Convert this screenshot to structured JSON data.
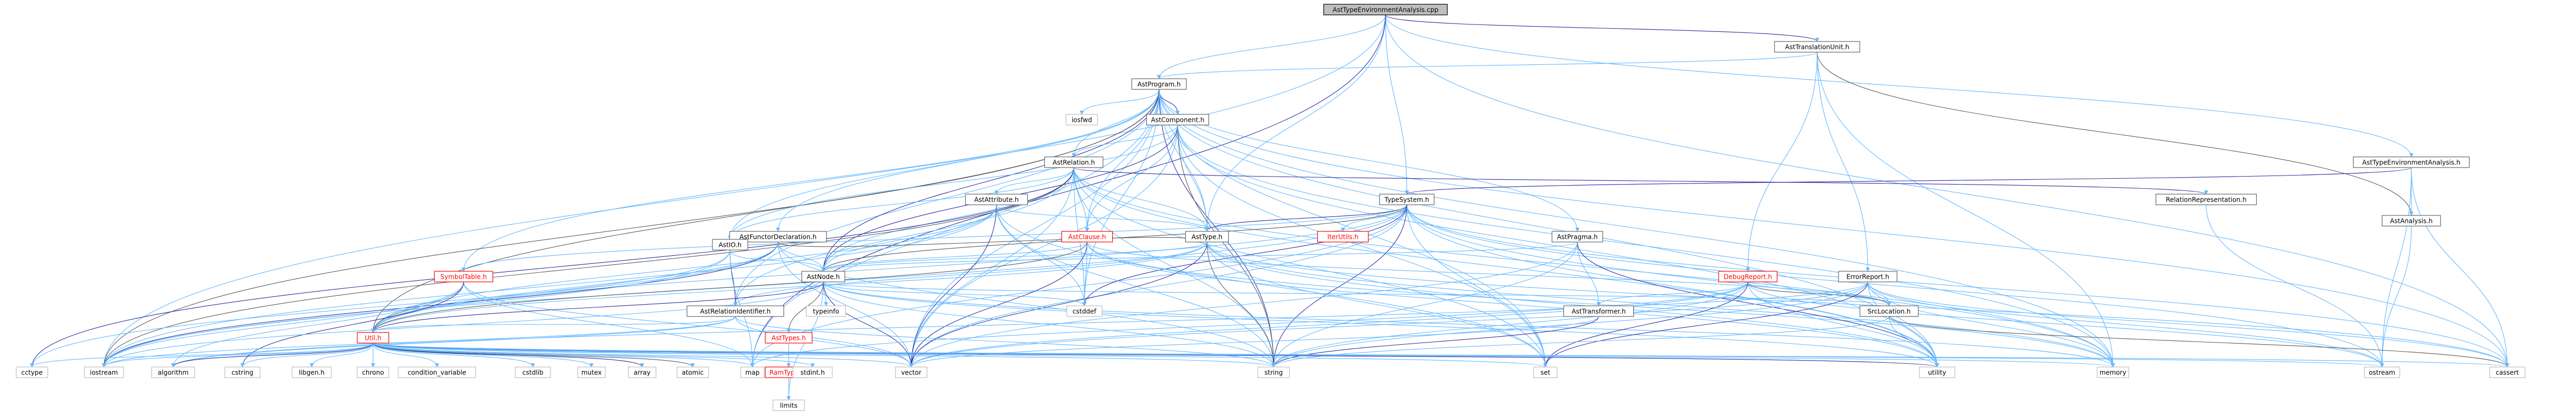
{
  "graph": {
    "title": "",
    "colors": {
      "edge_primary": "#63b8ff",
      "edge_dark": "#2e2ea0",
      "node_border": "#666666",
      "root_fill": "#bfbfbf",
      "warning_text": "#ff0000"
    },
    "nodes": [
      {
        "id": "root",
        "label": "AstTypeEnvironmentAnalysis.cpp",
        "style": "root"
      },
      {
        "id": "translation_unit",
        "label": "AstTranslationUnit.h",
        "style": "box"
      },
      {
        "id": "program",
        "label": "AstProgram.h",
        "style": "box"
      },
      {
        "id": "env_h",
        "label": "AstTypeEnvironmentAnalysis.h",
        "style": "box"
      },
      {
        "id": "iosfwd",
        "label": "iosfwd",
        "style": "plain"
      },
      {
        "id": "component",
        "label": "AstComponent.h",
        "style": "box"
      },
      {
        "id": "relation",
        "label": "AstRelation.h",
        "style": "box"
      },
      {
        "id": "typesystem",
        "label": "TypeSystem.h",
        "style": "box"
      },
      {
        "id": "analysis",
        "label": "AstAnalysis.h",
        "style": "box"
      },
      {
        "id": "relrep",
        "label": "RelationRepresentation.h",
        "style": "box"
      },
      {
        "id": "attribute",
        "label": "AstAttribute.h",
        "style": "box"
      },
      {
        "id": "functor",
        "label": "AstFunctorDeclaration.h",
        "style": "box"
      },
      {
        "id": "asttype",
        "label": "AstType.h",
        "style": "box"
      },
      {
        "id": "iterutils",
        "label": "IterUtils.h",
        "style": "red"
      },
      {
        "id": "astio",
        "label": "AstIO.h",
        "style": "box"
      },
      {
        "id": "clause",
        "label": "AstClause.h",
        "style": "red"
      },
      {
        "id": "pragma",
        "label": "AstPragma.h",
        "style": "box"
      },
      {
        "id": "symboltable",
        "label": "SymbolTable.h",
        "style": "red"
      },
      {
        "id": "relid",
        "label": "AstRelationIdentifier.h",
        "style": "box"
      },
      {
        "id": "astnode",
        "label": "AstNode.h",
        "style": "box"
      },
      {
        "id": "debugreport",
        "label": "DebugReport.h",
        "style": "red"
      },
      {
        "id": "errorreport",
        "label": "ErrorReport.h",
        "style": "box"
      },
      {
        "id": "typeinfo",
        "label": "typeinfo",
        "style": "plain"
      },
      {
        "id": "asttypes",
        "label": "AstTypes.h",
        "style": "red"
      },
      {
        "id": "cstddef",
        "label": "cstddef",
        "style": "plain"
      },
      {
        "id": "transformer",
        "label": "AstTransformer.h",
        "style": "box"
      },
      {
        "id": "srclocation",
        "label": "SrcLocation.h",
        "style": "box"
      },
      {
        "id": "util",
        "label": "Util.h",
        "style": "red"
      },
      {
        "id": "ramtypes",
        "label": "RamTypes.h",
        "style": "red"
      },
      {
        "id": "limits",
        "label": "limits",
        "style": "plain"
      },
      {
        "id": "cctype",
        "label": "cctype",
        "style": "plain"
      },
      {
        "id": "iostream",
        "label": "iostream",
        "style": "plain"
      },
      {
        "id": "algorithm",
        "label": "algorithm",
        "style": "plain"
      },
      {
        "id": "cstring",
        "label": "cstring",
        "style": "plain"
      },
      {
        "id": "libgen",
        "label": "libgen.h",
        "style": "plain"
      },
      {
        "id": "chrono",
        "label": "chrono",
        "style": "plain"
      },
      {
        "id": "condvar",
        "label": "condition_variable",
        "style": "plain"
      },
      {
        "id": "cstdlib",
        "label": "cstdlib",
        "style": "plain"
      },
      {
        "id": "mutex",
        "label": "mutex",
        "style": "plain"
      },
      {
        "id": "array",
        "label": "array",
        "style": "plain"
      },
      {
        "id": "atomic",
        "label": "atomic",
        "style": "plain"
      },
      {
        "id": "map",
        "label": "map",
        "style": "plain"
      },
      {
        "id": "stdint",
        "label": "stdint.h",
        "style": "plain"
      },
      {
        "id": "vector",
        "label": "vector",
        "style": "plain"
      },
      {
        "id": "string",
        "label": "string",
        "style": "plain"
      },
      {
        "id": "set",
        "label": "set",
        "style": "plain"
      },
      {
        "id": "utility",
        "label": "utility",
        "style": "plain"
      },
      {
        "id": "memory",
        "label": "memory",
        "style": "plain"
      },
      {
        "id": "ostream",
        "label": "ostream",
        "style": "plain"
      },
      {
        "id": "cassert",
        "label": "cassert",
        "style": "plain"
      }
    ],
    "edges": [
      [
        "root",
        "translation_unit"
      ],
      [
        "root",
        "program"
      ],
      [
        "root",
        "env_h"
      ],
      [
        "root",
        "typesystem"
      ],
      [
        "root",
        "asttype"
      ],
      [
        "root",
        "iostream"
      ],
      [
        "root",
        "cassert"
      ],
      [
        "root",
        "map"
      ],
      [
        "translation_unit",
        "program"
      ],
      [
        "translation_unit",
        "debugreport"
      ],
      [
        "translation_unit",
        "errorreport"
      ],
      [
        "translation_unit",
        "analysis"
      ],
      [
        "translation_unit",
        "memory"
      ],
      [
        "program",
        "iosfwd"
      ],
      [
        "program",
        "component"
      ],
      [
        "program",
        "relation"
      ],
      [
        "program",
        "functor"
      ],
      [
        "program",
        "asttype"
      ],
      [
        "program",
        "astio"
      ],
      [
        "program",
        "pragma"
      ],
      [
        "program",
        "relid"
      ],
      [
        "program",
        "astnode"
      ],
      [
        "program",
        "util"
      ],
      [
        "program",
        "symboltable"
      ],
      [
        "program",
        "clause"
      ],
      [
        "program",
        "cstddef"
      ],
      [
        "program",
        "utility"
      ],
      [
        "program",
        "cassert"
      ],
      [
        "program",
        "string"
      ],
      [
        "program",
        "vector"
      ],
      [
        "program",
        "map"
      ],
      [
        "program",
        "set"
      ],
      [
        "program",
        "memory"
      ],
      [
        "program",
        "iostream"
      ],
      [
        "env_h",
        "analysis"
      ],
      [
        "env_h",
        "typesystem"
      ],
      [
        "env_h",
        "ostream"
      ],
      [
        "env_h",
        "cassert"
      ],
      [
        "component",
        "relation"
      ],
      [
        "component",
        "asttype"
      ],
      [
        "component",
        "clause"
      ],
      [
        "component",
        "astio"
      ],
      [
        "component",
        "astnode"
      ],
      [
        "component",
        "vector"
      ],
      [
        "component",
        "string"
      ],
      [
        "component",
        "utility"
      ],
      [
        "component",
        "memory"
      ],
      [
        "component",
        "set"
      ],
      [
        "relation",
        "attribute"
      ],
      [
        "relation",
        "relrep"
      ],
      [
        "relation",
        "clause"
      ],
      [
        "relation",
        "astio"
      ],
      [
        "relation",
        "asttype"
      ],
      [
        "relation",
        "astnode"
      ],
      [
        "relation",
        "relid"
      ],
      [
        "relation",
        "iostream"
      ],
      [
        "relation",
        "cctype"
      ],
      [
        "relation",
        "vector"
      ],
      [
        "relation",
        "string"
      ],
      [
        "relation",
        "set"
      ],
      [
        "relation",
        "memory"
      ],
      [
        "relation",
        "utility"
      ],
      [
        "relation",
        "cstddef"
      ],
      [
        "typesystem",
        "asttype"
      ],
      [
        "typesystem",
        "iterutils"
      ],
      [
        "typesystem",
        "util"
      ],
      [
        "typesystem",
        "astnode"
      ],
      [
        "typesystem",
        "symboltable"
      ],
      [
        "typesystem",
        "iostream"
      ],
      [
        "typesystem",
        "vector"
      ],
      [
        "typesystem",
        "string"
      ],
      [
        "typesystem",
        "set"
      ],
      [
        "typesystem",
        "map"
      ],
      [
        "typesystem",
        "memory"
      ],
      [
        "typesystem",
        "cassert"
      ],
      [
        "typesystem",
        "utility"
      ],
      [
        "typesystem",
        "ostream"
      ],
      [
        "typesystem",
        "cstddef"
      ],
      [
        "analysis",
        "ostream"
      ],
      [
        "relrep",
        "ostream"
      ],
      [
        "attribute",
        "asttype"
      ],
      [
        "attribute",
        "astnode"
      ],
      [
        "attribute",
        "util"
      ],
      [
        "attribute",
        "string"
      ],
      [
        "attribute",
        "vector"
      ],
      [
        "attribute",
        "set"
      ],
      [
        "attribute",
        "iostream"
      ],
      [
        "attribute",
        "cstddef"
      ],
      [
        "functor",
        "asttype"
      ],
      [
        "functor",
        "util"
      ],
      [
        "functor",
        "astnode"
      ],
      [
        "functor",
        "iostream"
      ],
      [
        "functor",
        "vector"
      ],
      [
        "functor",
        "string"
      ],
      [
        "functor",
        "cctype"
      ],
      [
        "asttype",
        "astnode"
      ],
      [
        "asttype",
        "relid"
      ],
      [
        "asttype",
        "util"
      ],
      [
        "asttype",
        "vector"
      ],
      [
        "asttype",
        "string"
      ],
      [
        "asttype",
        "set"
      ],
      [
        "asttype",
        "utility"
      ],
      [
        "asttype",
        "cassert"
      ],
      [
        "asttype",
        "memory"
      ],
      [
        "astio",
        "astnode"
      ],
      [
        "astio",
        "relid"
      ],
      [
        "astio",
        "util"
      ],
      [
        "astio",
        "iostream"
      ],
      [
        "astio",
        "map"
      ],
      [
        "clause",
        "astnode"
      ],
      [
        "clause",
        "util"
      ],
      [
        "clause",
        "srclocation"
      ],
      [
        "clause",
        "vector"
      ],
      [
        "clause",
        "cstddef"
      ],
      [
        "clause",
        "memory"
      ],
      [
        "clause",
        "utility"
      ],
      [
        "pragma",
        "astnode"
      ],
      [
        "pragma",
        "transformer"
      ],
      [
        "pragma",
        "string"
      ],
      [
        "pragma",
        "utility"
      ],
      [
        "pragma",
        "vector"
      ],
      [
        "symboltable",
        "util"
      ],
      [
        "symboltable",
        "iostream"
      ],
      [
        "symboltable",
        "map"
      ],
      [
        "symboltable",
        "vector"
      ],
      [
        "symboltable",
        "algorithm"
      ],
      [
        "symboltable",
        "cstring"
      ],
      [
        "relid",
        "util"
      ],
      [
        "relid",
        "string"
      ],
      [
        "relid",
        "vector"
      ],
      [
        "relid",
        "iostream"
      ],
      [
        "relid",
        "algorithm"
      ],
      [
        "astnode",
        "asttypes"
      ],
      [
        "astnode",
        "util"
      ],
      [
        "astnode",
        "srclocation"
      ],
      [
        "astnode",
        "typeinfo"
      ],
      [
        "astnode",
        "cstddef"
      ],
      [
        "astnode",
        "limits"
      ],
      [
        "astnode",
        "memory"
      ],
      [
        "astnode",
        "string"
      ],
      [
        "astnode",
        "vector"
      ],
      [
        "astnode",
        "iostream"
      ],
      [
        "astnode",
        "utility"
      ],
      [
        "debugreport",
        "srclocation"
      ],
      [
        "debugreport",
        "vector"
      ],
      [
        "debugreport",
        "string"
      ],
      [
        "debugreport",
        "map"
      ],
      [
        "debugreport",
        "set"
      ],
      [
        "debugreport",
        "ostream"
      ],
      [
        "debugreport",
        "utility"
      ],
      [
        "debugreport",
        "transformer"
      ],
      [
        "errorreport",
        "srclocation"
      ],
      [
        "errorreport",
        "vector"
      ],
      [
        "errorreport",
        "string"
      ],
      [
        "errorreport",
        "set"
      ],
      [
        "errorreport",
        "ostream"
      ],
      [
        "errorreport",
        "memory"
      ],
      [
        "errorreport",
        "utility"
      ],
      [
        "errorreport",
        "algorithm"
      ],
      [
        "errorreport",
        "cassert"
      ],
      [
        "asttypes",
        "ramtypes"
      ],
      [
        "transformer",
        "string"
      ],
      [
        "transformer",
        "vector"
      ],
      [
        "srclocation",
        "string"
      ],
      [
        "srclocation",
        "utility"
      ],
      [
        "srclocation",
        "cassert"
      ],
      [
        "util",
        "cctype"
      ],
      [
        "util",
        "iostream"
      ],
      [
        "util",
        "algorithm"
      ],
      [
        "util",
        "cstring"
      ],
      [
        "util",
        "libgen"
      ],
      [
        "util",
        "chrono"
      ],
      [
        "util",
        "condvar"
      ],
      [
        "util",
        "cstdlib"
      ],
      [
        "util",
        "mutex"
      ],
      [
        "util",
        "array"
      ],
      [
        "util",
        "atomic"
      ],
      [
        "util",
        "map"
      ],
      [
        "util",
        "stdint"
      ],
      [
        "util",
        "vector"
      ],
      [
        "util",
        "string"
      ],
      [
        "util",
        "set"
      ],
      [
        "util",
        "utility"
      ],
      [
        "util",
        "memory"
      ],
      [
        "util",
        "ostream"
      ],
      [
        "util",
        "cassert"
      ],
      [
        "ramtypes",
        "limits"
      ]
    ]
  }
}
